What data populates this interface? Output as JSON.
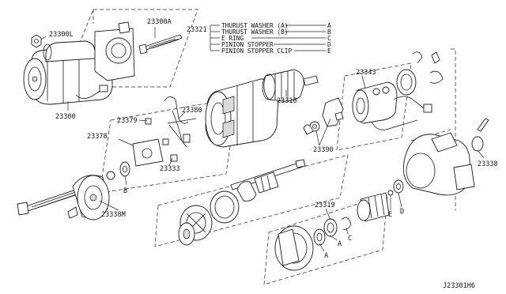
{
  "callouts": {
    "p23300L": "23300L",
    "p23300A": "23300A",
    "p23300": "23300",
    "p23321": "23321",
    "p23310": "23310",
    "p23343": "23343",
    "p23379": "23379",
    "p23380": "23380",
    "p23378": "23378",
    "p23333": "23333",
    "p23390": "23390",
    "p23338M": "23338M",
    "p23319": "23319",
    "p23338": "23338",
    "b1": "B",
    "a2": "A",
    "c2": "C",
    "a3": "A",
    "e2": "E",
    "d2": "D"
  },
  "legend": [
    {
      "name": "THURUST WASHER (A)",
      "code": "A"
    },
    {
      "name": "THURUST WASHER (B)",
      "code": "B"
    },
    {
      "name": "E RING",
      "code": "C"
    },
    {
      "name": "PINION STOPPER",
      "code": "D"
    },
    {
      "name": "PINION STOPPER CLIP",
      "code": "E"
    }
  ],
  "diagram_id": "J23301H6"
}
